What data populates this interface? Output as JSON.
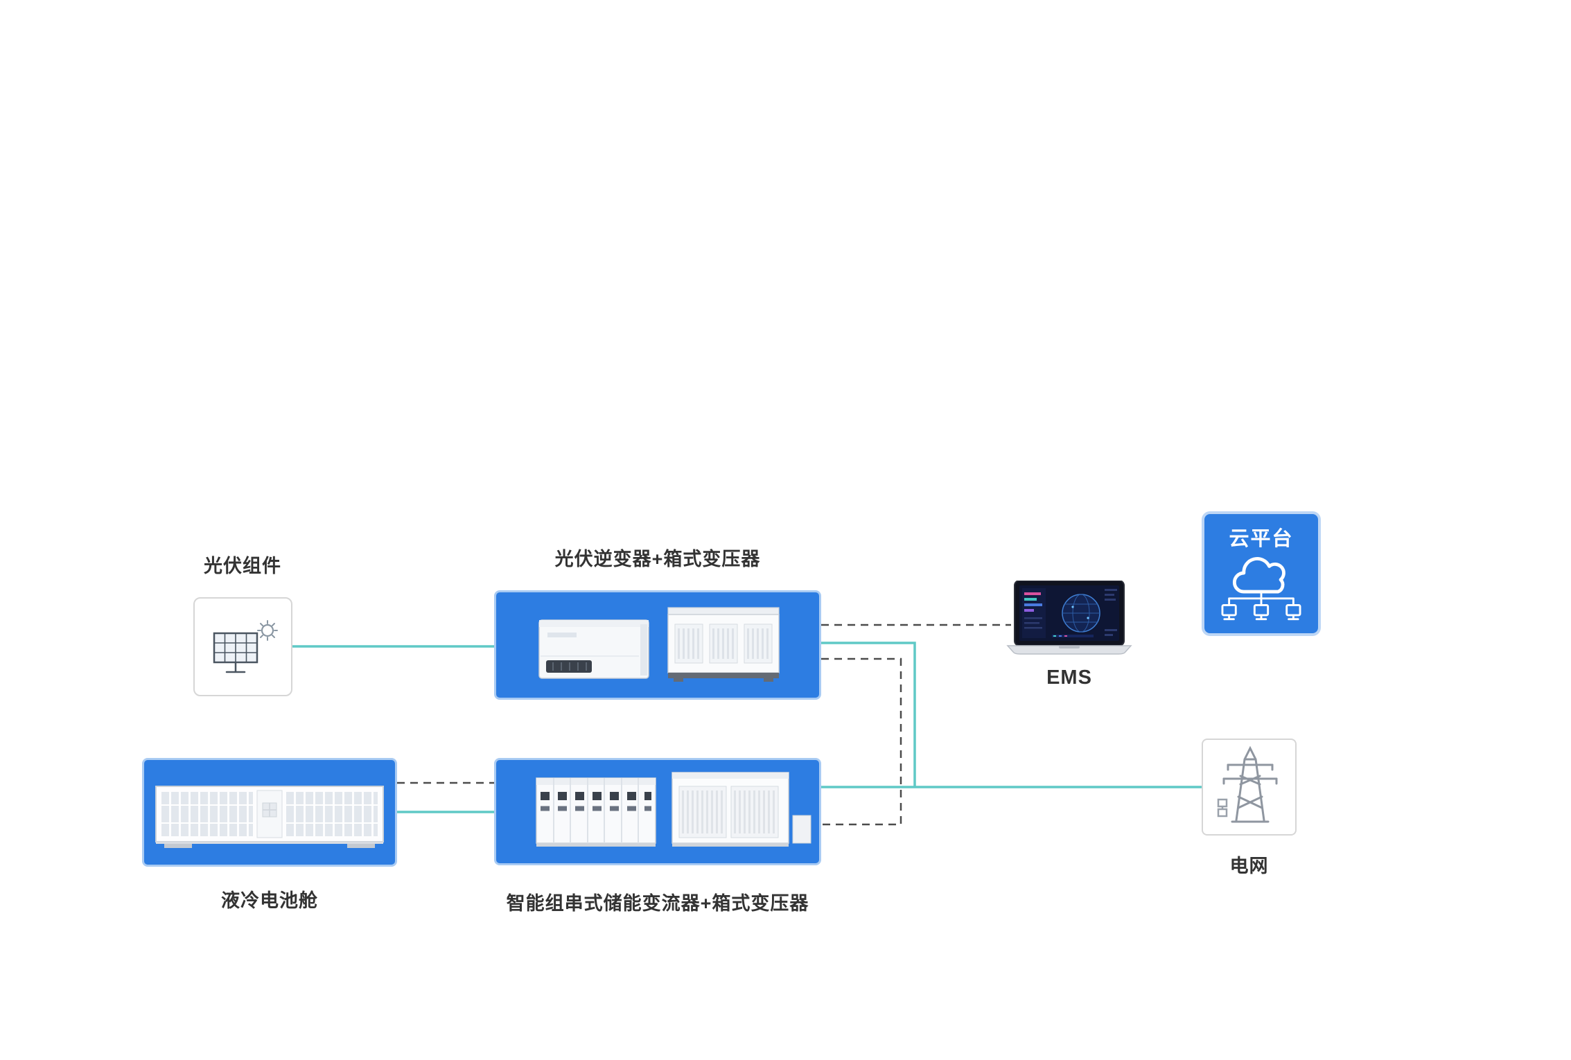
{
  "nodes": {
    "pv_module": {
      "label": "光伏组件"
    },
    "pv_inverter": {
      "label": "光伏逆变器+箱式变压器"
    },
    "ems": {
      "label": "EMS"
    },
    "cloud": {
      "label": "云平台"
    },
    "battery": {
      "label": "液冷电池舱"
    },
    "storage": {
      "label": "智能组串式储能变流器+箱式变压器"
    },
    "grid": {
      "label": "电网"
    }
  },
  "colors": {
    "node_fill": "#2d7de2",
    "node_border": "#a9cbf3",
    "power_line": "#5fc9c6",
    "comm_line": "#4b4b4b",
    "label_color": "#333333"
  }
}
